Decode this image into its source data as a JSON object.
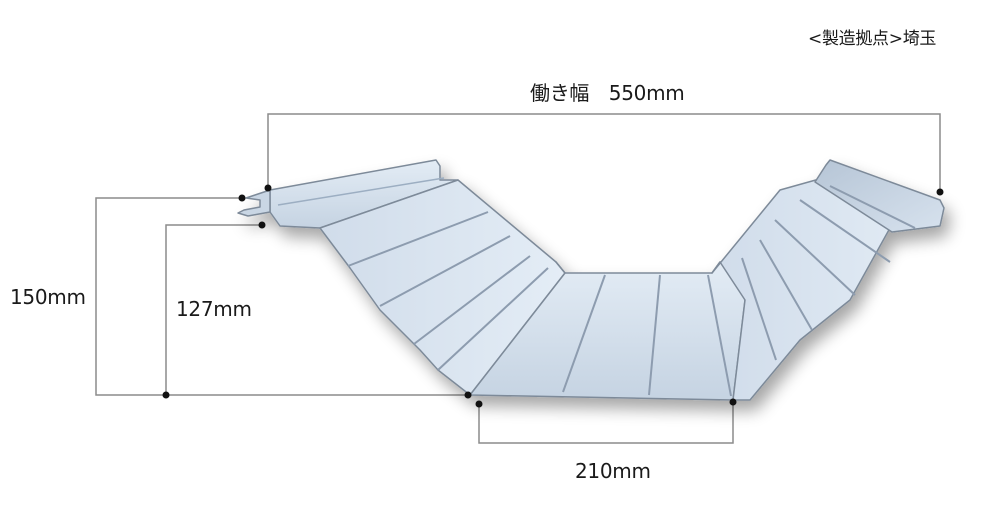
{
  "origin_note": "<製造拠点>埼玉",
  "dimensions": {
    "working_width": {
      "label": "働き幅　550mm",
      "name": "働き幅",
      "value": 550,
      "unit": "mm"
    },
    "total_height": {
      "label": "150mm",
      "value": 150,
      "unit": "mm"
    },
    "rib_height": {
      "label": "127mm",
      "value": 127,
      "unit": "mm"
    },
    "bottom_width": {
      "label": "210mm",
      "value": 210,
      "unit": "mm"
    }
  },
  "colors": {
    "panel_light": "#dbe6f1",
    "panel_mid": "#c3d1e0",
    "panel_dark": "#9fb0c4",
    "edge": "#7d8a99",
    "dimension_line": "#8c8c8c",
    "dot": "#111111",
    "text": "#1a1a1a"
  }
}
